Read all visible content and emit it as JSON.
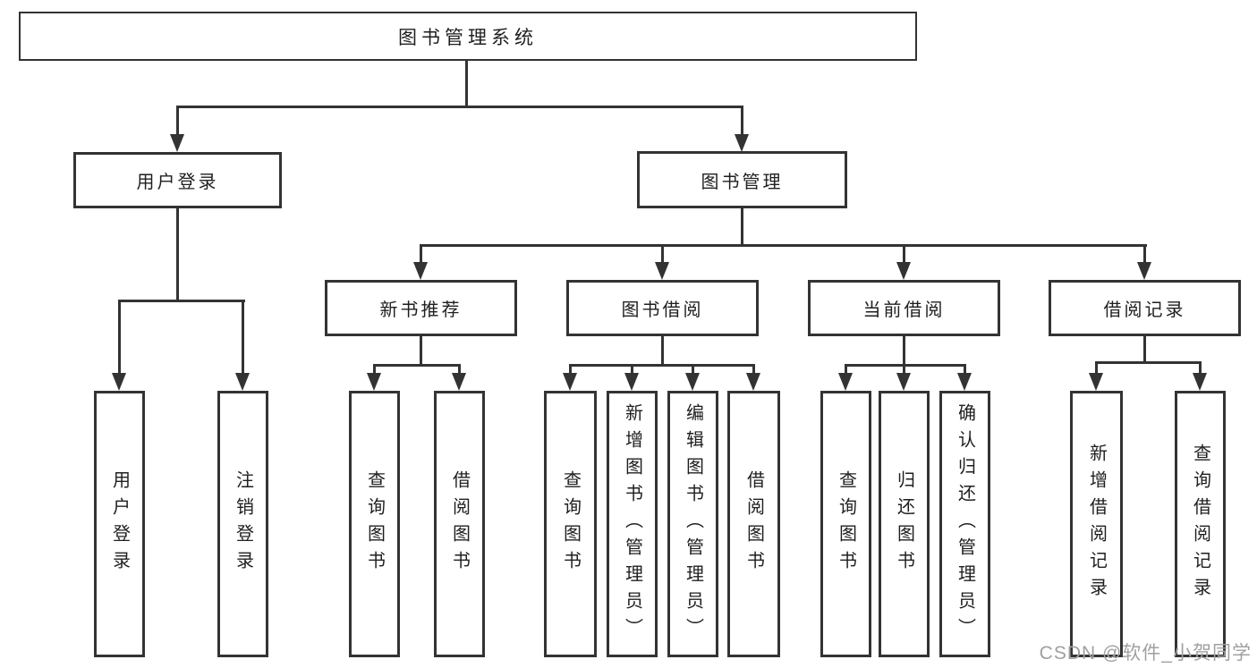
{
  "root": {
    "label": "图书管理系统"
  },
  "level2": [
    {
      "label": "用户登录",
      "leaves": [
        "用户登录",
        "注销登录"
      ]
    },
    {
      "label": "图书管理",
      "children": [
        {
          "label": "新书推荐",
          "leaves": [
            "查询图书",
            "借阅图书"
          ]
        },
        {
          "label": "图书借阅",
          "leaves": [
            "查询图书",
            "新增图书（管理员）",
            "编辑图书（管理员）",
            "借阅图书"
          ]
        },
        {
          "label": "当前借阅",
          "leaves": [
            "查询图书",
            "归还图书",
            "确认归还（管理员）"
          ]
        },
        {
          "label": "借阅记录",
          "leaves": [
            "新增借阅记录",
            "查询借阅记录"
          ]
        }
      ]
    }
  ],
  "watermark": "CSDN @软件_小贺同学",
  "colors": {
    "line": "#333333",
    "text": "#1f1f1f",
    "watermark": "#a0a0a0",
    "background": "#ffffff"
  }
}
